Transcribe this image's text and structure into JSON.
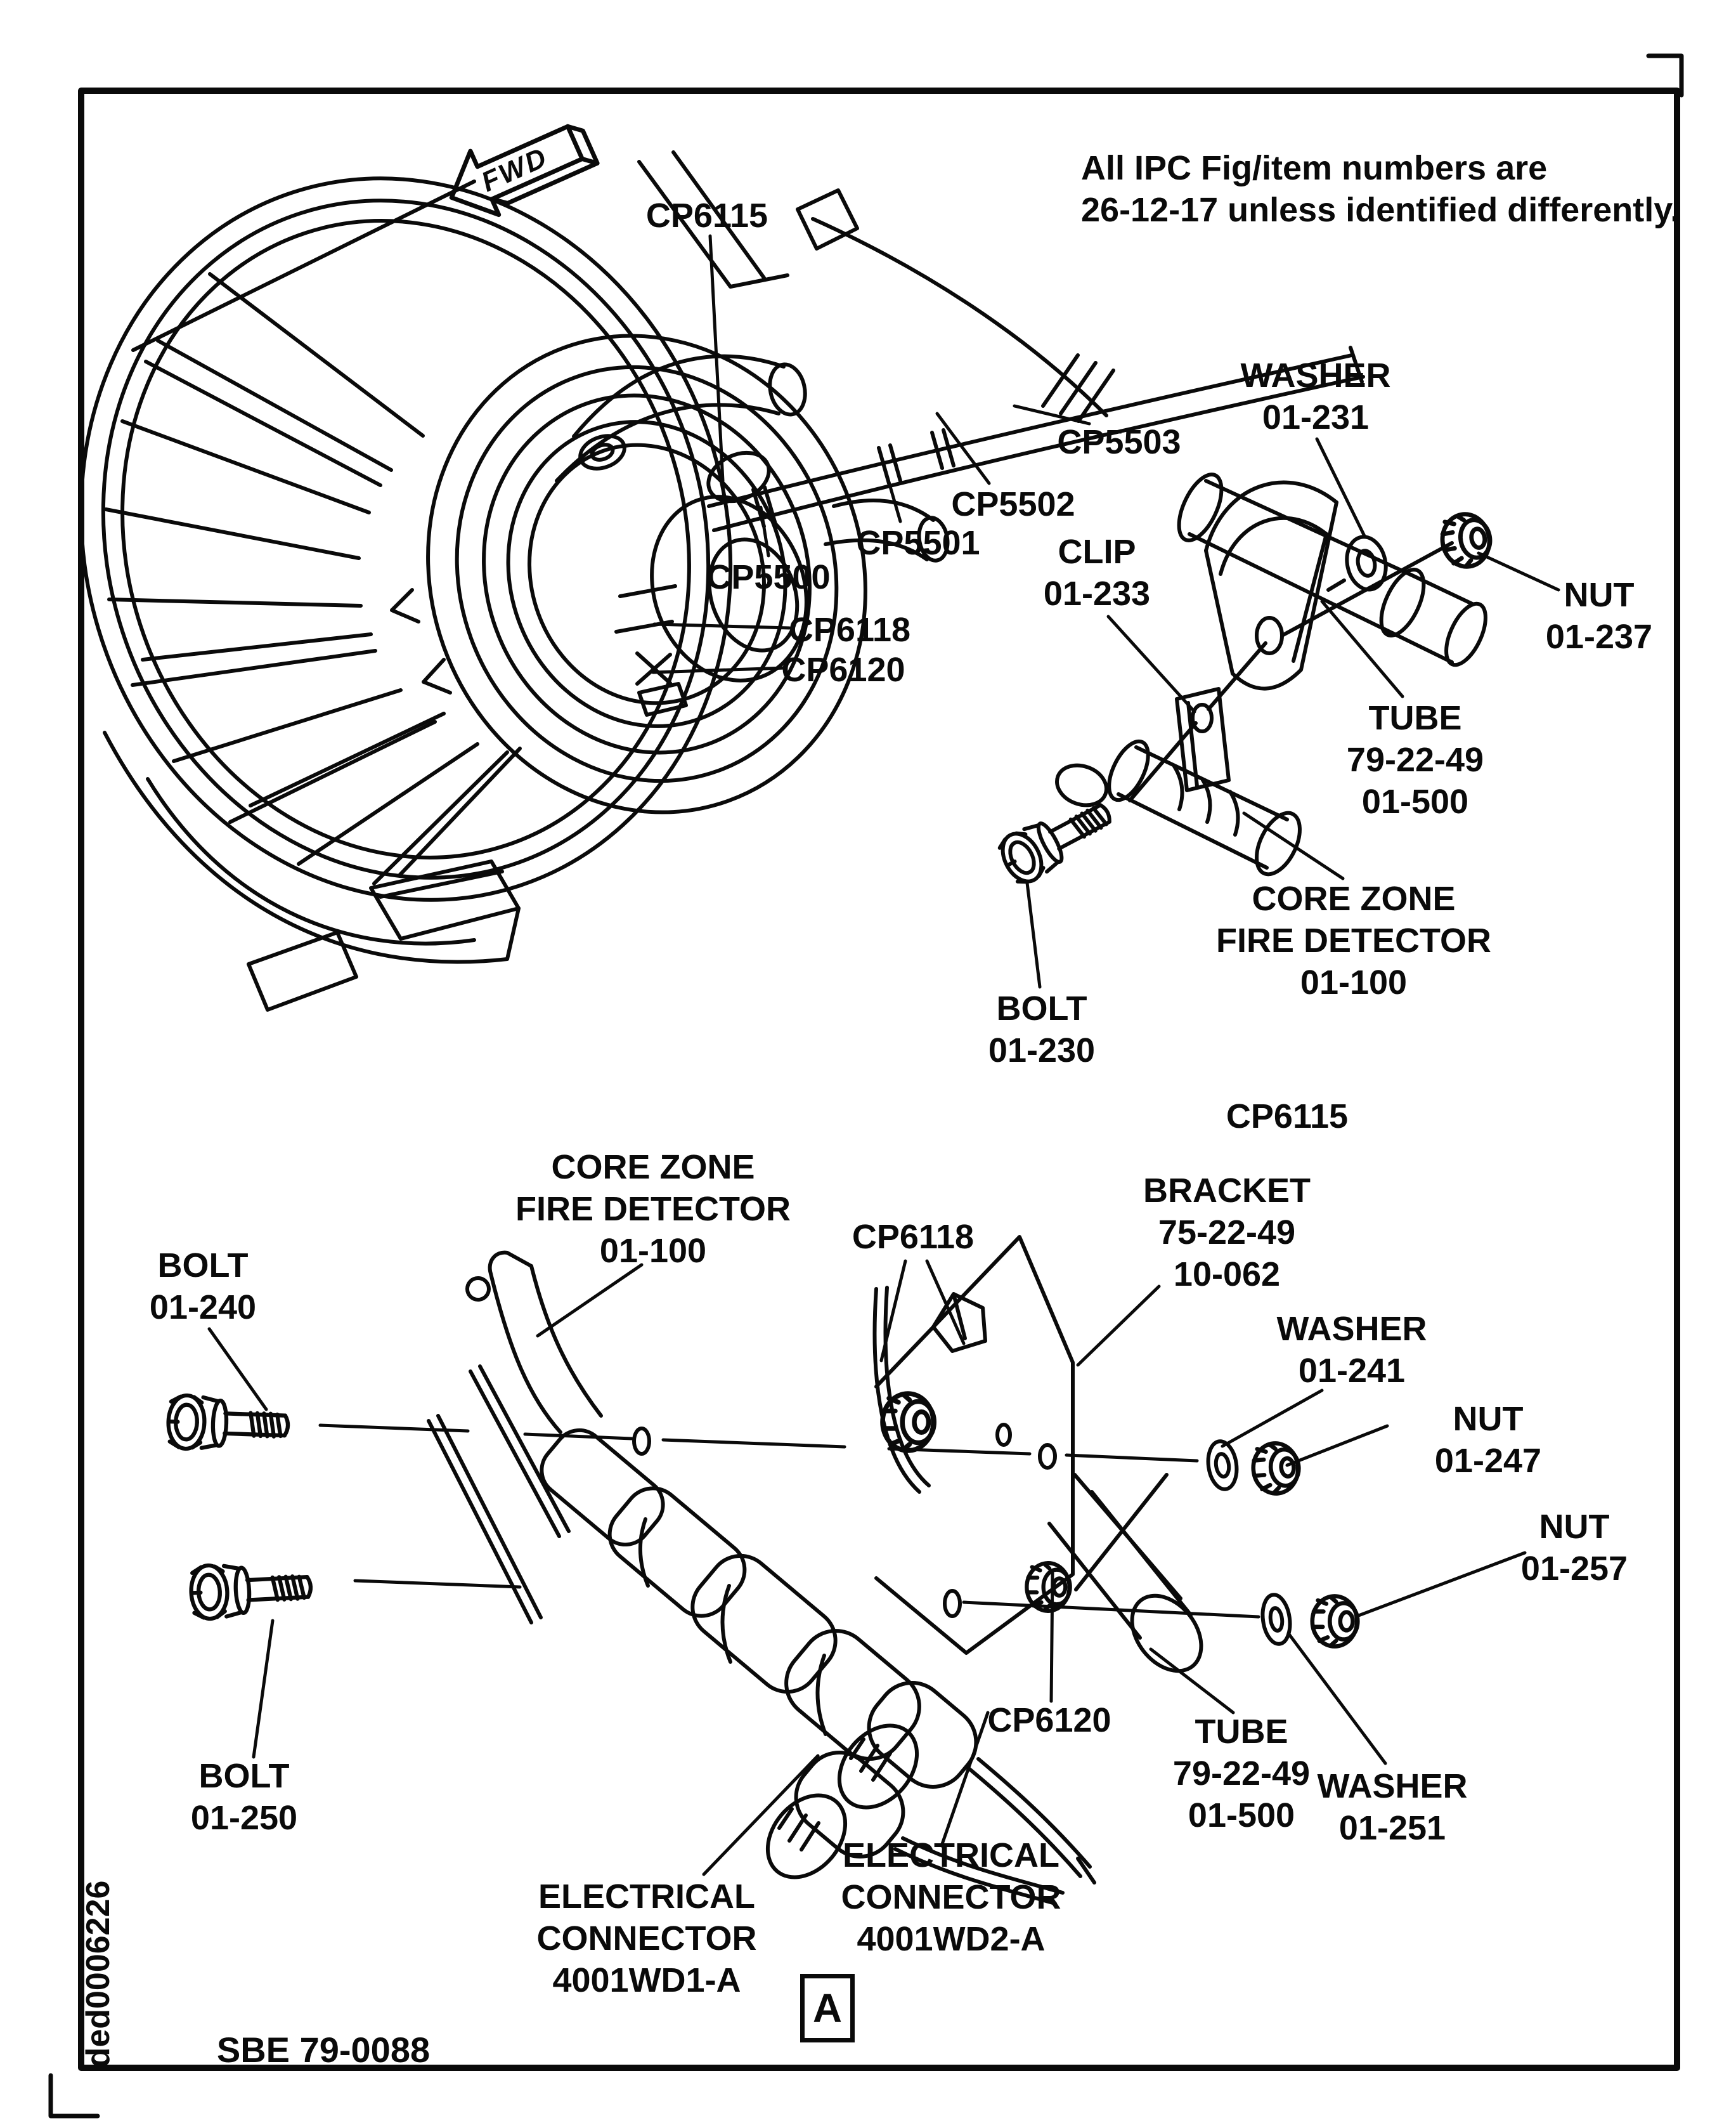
{
  "figure": {
    "note": [
      "All IPC Fig/item numbers are",
      "26-12-17 unless identified differently."
    ],
    "fwd": "FWD",
    "detail_marker": "A",
    "figure_ref": "SBE 79-0088",
    "doc_number": "ded0006226"
  },
  "upper": {
    "cp6115_callout": "CP6115",
    "washer_231": [
      "WASHER",
      "01-231"
    ],
    "cp5503": "CP5503",
    "cp5502": "CP5502",
    "cp5501": "CP5501",
    "cp5500": "CP5500",
    "clip_233": [
      "CLIP",
      "01-233"
    ],
    "nut_237": [
      "NUT",
      "01-237"
    ],
    "cp6118": "CP6118",
    "cp6120": "CP6120",
    "tube_500": [
      "TUBE",
      "79-22-49",
      "01-500"
    ],
    "core_zone_fire_detector": [
      "CORE ZONE",
      "FIRE DETECTOR",
      "01-100"
    ],
    "bolt_230": [
      "BOLT",
      "01-230"
    ],
    "cp6115_caption": "CP6115"
  },
  "lower": {
    "core_zone_fire_detector": [
      "CORE ZONE",
      "FIRE DETECTOR",
      "01-100"
    ],
    "cp6118": "CP6118",
    "bracket_062": [
      "BRACKET",
      "75-22-49",
      "10-062"
    ],
    "bolt_240": [
      "BOLT",
      "01-240"
    ],
    "washer_241": [
      "WASHER",
      "01-241"
    ],
    "nut_247": [
      "NUT",
      "01-247"
    ],
    "nut_257": [
      "NUT",
      "01-257"
    ],
    "bolt_250": [
      "BOLT",
      "01-250"
    ],
    "cp6120": "CP6120",
    "tube_500": [
      "TUBE",
      "79-22-49",
      "01-500"
    ],
    "washer_251": [
      "WASHER",
      "01-251"
    ],
    "elec_conn_1": [
      "ELECTRICAL",
      "CONNECTOR",
      "4001WD1-A"
    ],
    "elec_conn_2": [
      "ELECTRICAL",
      "CONNECTOR",
      "4001WD2-A"
    ]
  }
}
